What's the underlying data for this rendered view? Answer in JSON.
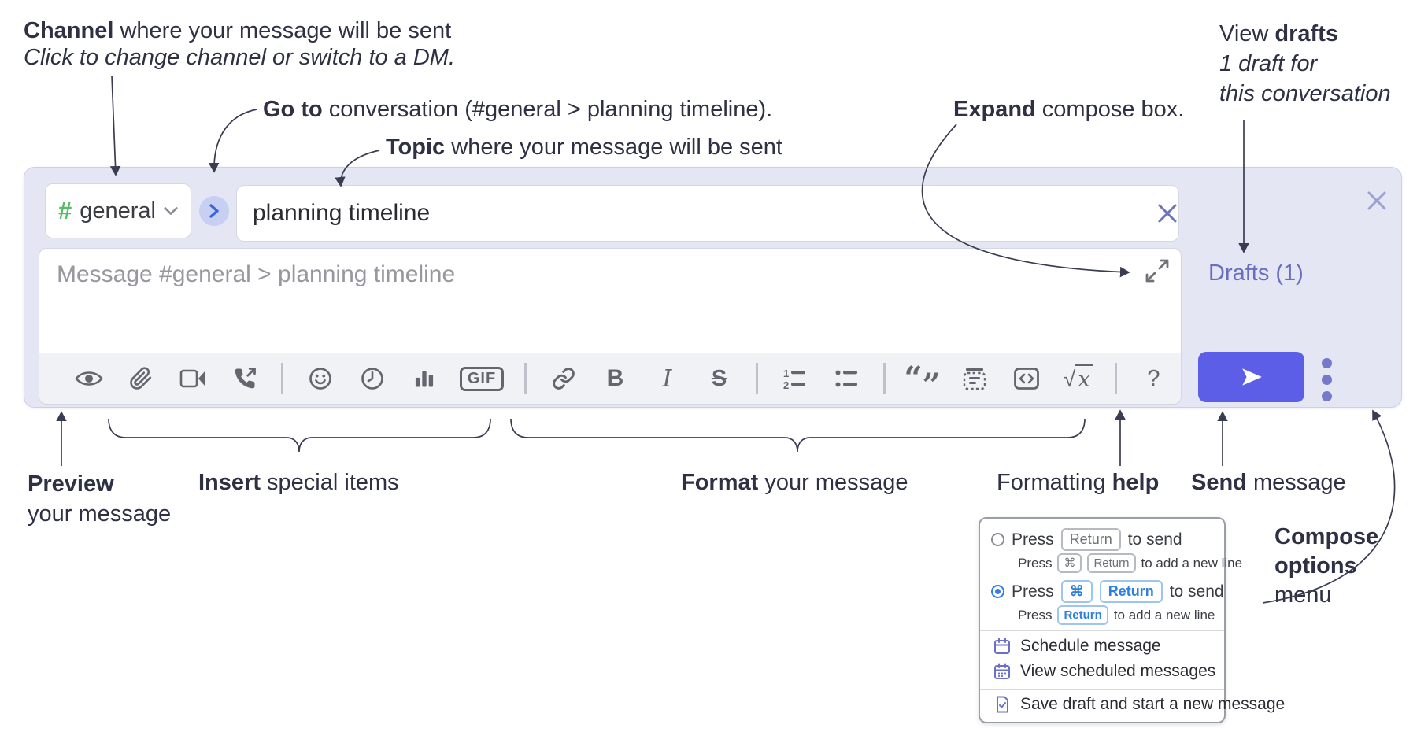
{
  "annotations": {
    "channel": {
      "bold": "Channel",
      "rest": " where your message will be sent",
      "sub": "Click to change channel or switch to a DM."
    },
    "goto": {
      "bold": "Go to",
      "rest": " conversation (#general > planning timeline)."
    },
    "topic": {
      "bold": "Topic",
      "rest": " where your message will be sent"
    },
    "expand": {
      "bold": "Expand",
      "rest": " compose box."
    },
    "view_drafts": {
      "pre": "View ",
      "bold": "drafts",
      "line2": "1 draft for",
      "line3": "this conversation"
    },
    "preview": {
      "bold": "Preview",
      "line2": "your message"
    },
    "insert": {
      "bold": "Insert",
      "rest": " special items"
    },
    "format": {
      "bold": "Format",
      "rest": " your message"
    },
    "help": {
      "pre": "Formatting ",
      "bold": "help"
    },
    "send": {
      "bold": "Send",
      "rest": " message"
    },
    "compose_options": {
      "bold1": "Compose",
      "bold2": "options",
      "rest": "menu"
    }
  },
  "compose": {
    "channel_hash": "#",
    "channel_name": "general",
    "topic_value": "planning timeline",
    "message_placeholder": "Message #general > planning timeline",
    "drafts_label": "Drafts (1)",
    "toolbar": {
      "gif": "GIF",
      "bold": "B",
      "italic": "I",
      "strike": "S",
      "ol1": "1",
      "ol2": "2",
      "quote_open": "“",
      "quote_close": "”",
      "sqrt": "√",
      "math_x": "x",
      "help": "?"
    }
  },
  "popup": {
    "opt1": {
      "press": "Press",
      "key": "Return",
      "rest": "to send",
      "sub_press": "Press",
      "sub_key1": "⌘",
      "sub_key2": "Return",
      "sub_rest": "to add a new line"
    },
    "opt2": {
      "press": "Press",
      "key1": "⌘",
      "key2": "Return",
      "rest": "to send",
      "sub_press": "Press",
      "sub_key": "Return",
      "sub_rest": "to add a new line"
    },
    "item_schedule": "Schedule message",
    "item_view_scheduled": "View scheduled messages",
    "item_save_draft": "Save draft and start a new message"
  },
  "colors": {
    "accent": "#5c5ee8",
    "link": "#686dbe",
    "radio_blue": "#2f7fe0",
    "hash_green": "#57bb69",
    "icon_gray": "#63666e",
    "annotation": "#2e3043"
  }
}
